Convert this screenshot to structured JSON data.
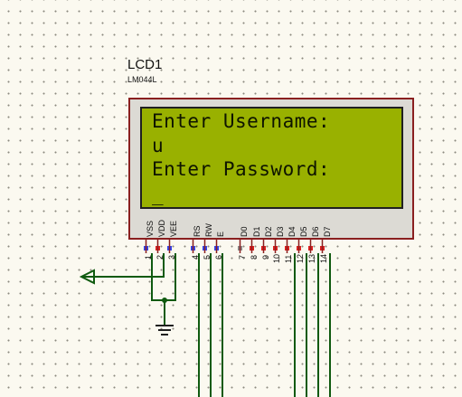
{
  "component": {
    "reference": "LCD1",
    "model": "LM044L"
  },
  "display": {
    "lines": [
      "Enter Username:",
      "u",
      "Enter Password:",
      "_"
    ]
  },
  "pins": [
    {
      "name": "VSS",
      "number": "1",
      "state": "low"
    },
    {
      "name": "VDD",
      "number": "2",
      "state": "high"
    },
    {
      "name": "VEE",
      "number": "3",
      "state": "low"
    },
    {
      "name": "RS",
      "number": "4",
      "state": "low"
    },
    {
      "name": "RW",
      "number": "5",
      "state": "low"
    },
    {
      "name": "E",
      "number": "6",
      "state": "low"
    },
    {
      "name": "D0",
      "number": "7",
      "state": "floating"
    },
    {
      "name": "D1",
      "number": "8",
      "state": "high"
    },
    {
      "name": "D2",
      "number": "9",
      "state": "high"
    },
    {
      "name": "D3",
      "number": "10",
      "state": "high"
    },
    {
      "name": "D4",
      "number": "11",
      "state": "high"
    },
    {
      "name": "D5",
      "number": "12",
      "state": "high"
    },
    {
      "name": "D6",
      "number": "13",
      "state": "high"
    },
    {
      "name": "D7",
      "number": "14",
      "state": "high"
    }
  ],
  "colors": {
    "pin_low": "#3344ee",
    "pin_high": "#dd2020",
    "pin_floating": "#8a8a8a",
    "wire": "#0f5a0f",
    "lcd_screen": "#99b100",
    "lcd_border": "#8a1f1f"
  },
  "symbols": {
    "ground": "ground-icon",
    "power_terminal": "power-terminal-icon"
  }
}
